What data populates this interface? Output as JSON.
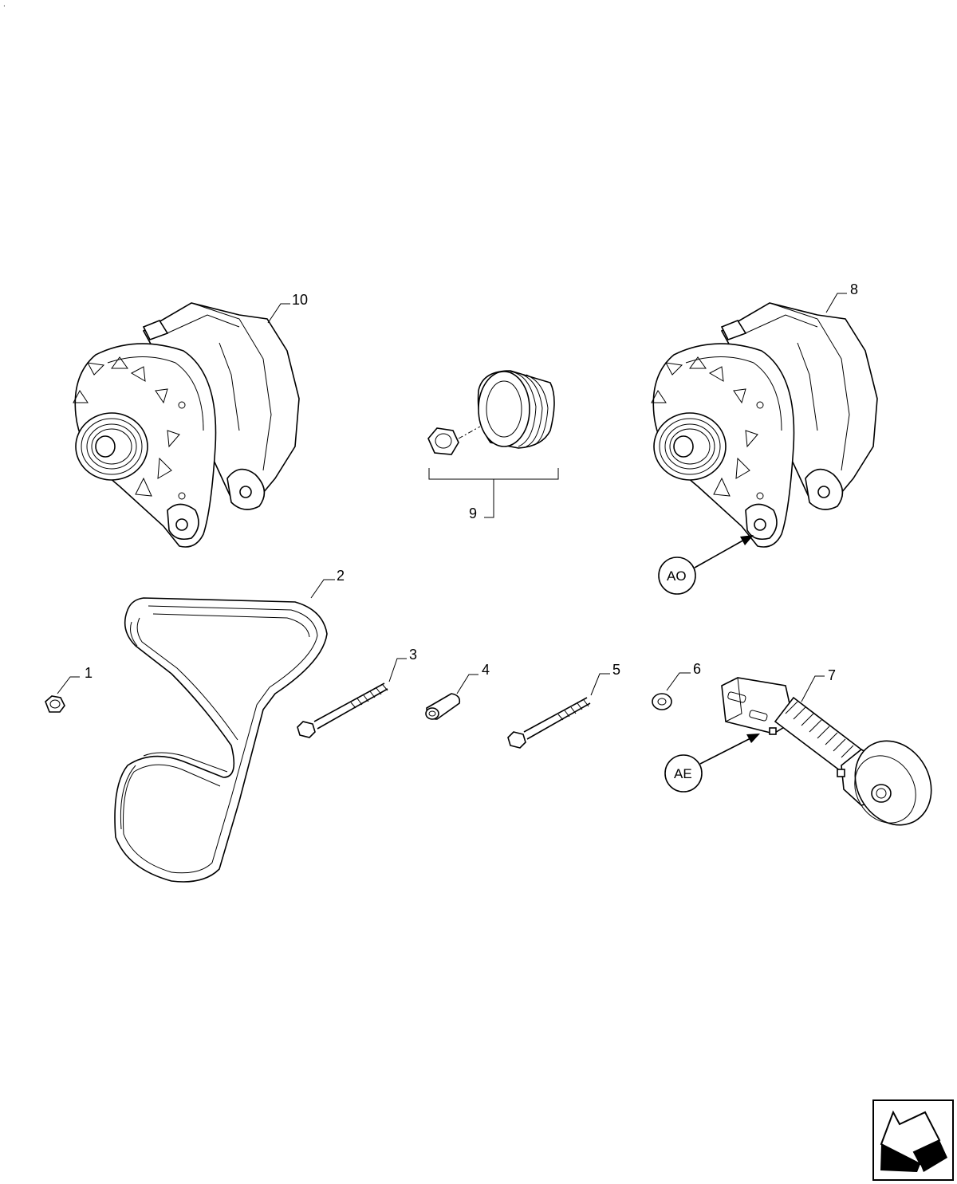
{
  "diagram": {
    "callouts": [
      {
        "id": "1",
        "label": "1"
      },
      {
        "id": "2",
        "label": "2"
      },
      {
        "id": "3",
        "label": "3"
      },
      {
        "id": "4",
        "label": "4"
      },
      {
        "id": "5",
        "label": "5"
      },
      {
        "id": "6",
        "label": "6"
      },
      {
        "id": "7",
        "label": "7"
      },
      {
        "id": "8",
        "label": "8"
      },
      {
        "id": "9",
        "label": "9"
      },
      {
        "id": "10",
        "label": "10"
      }
    ],
    "references": [
      {
        "id": "AO",
        "label": "AO"
      },
      {
        "id": "AE",
        "label": "AE"
      }
    ],
    "corner_mark": "."
  },
  "nav": {
    "icon": "arrow-back-icon"
  }
}
